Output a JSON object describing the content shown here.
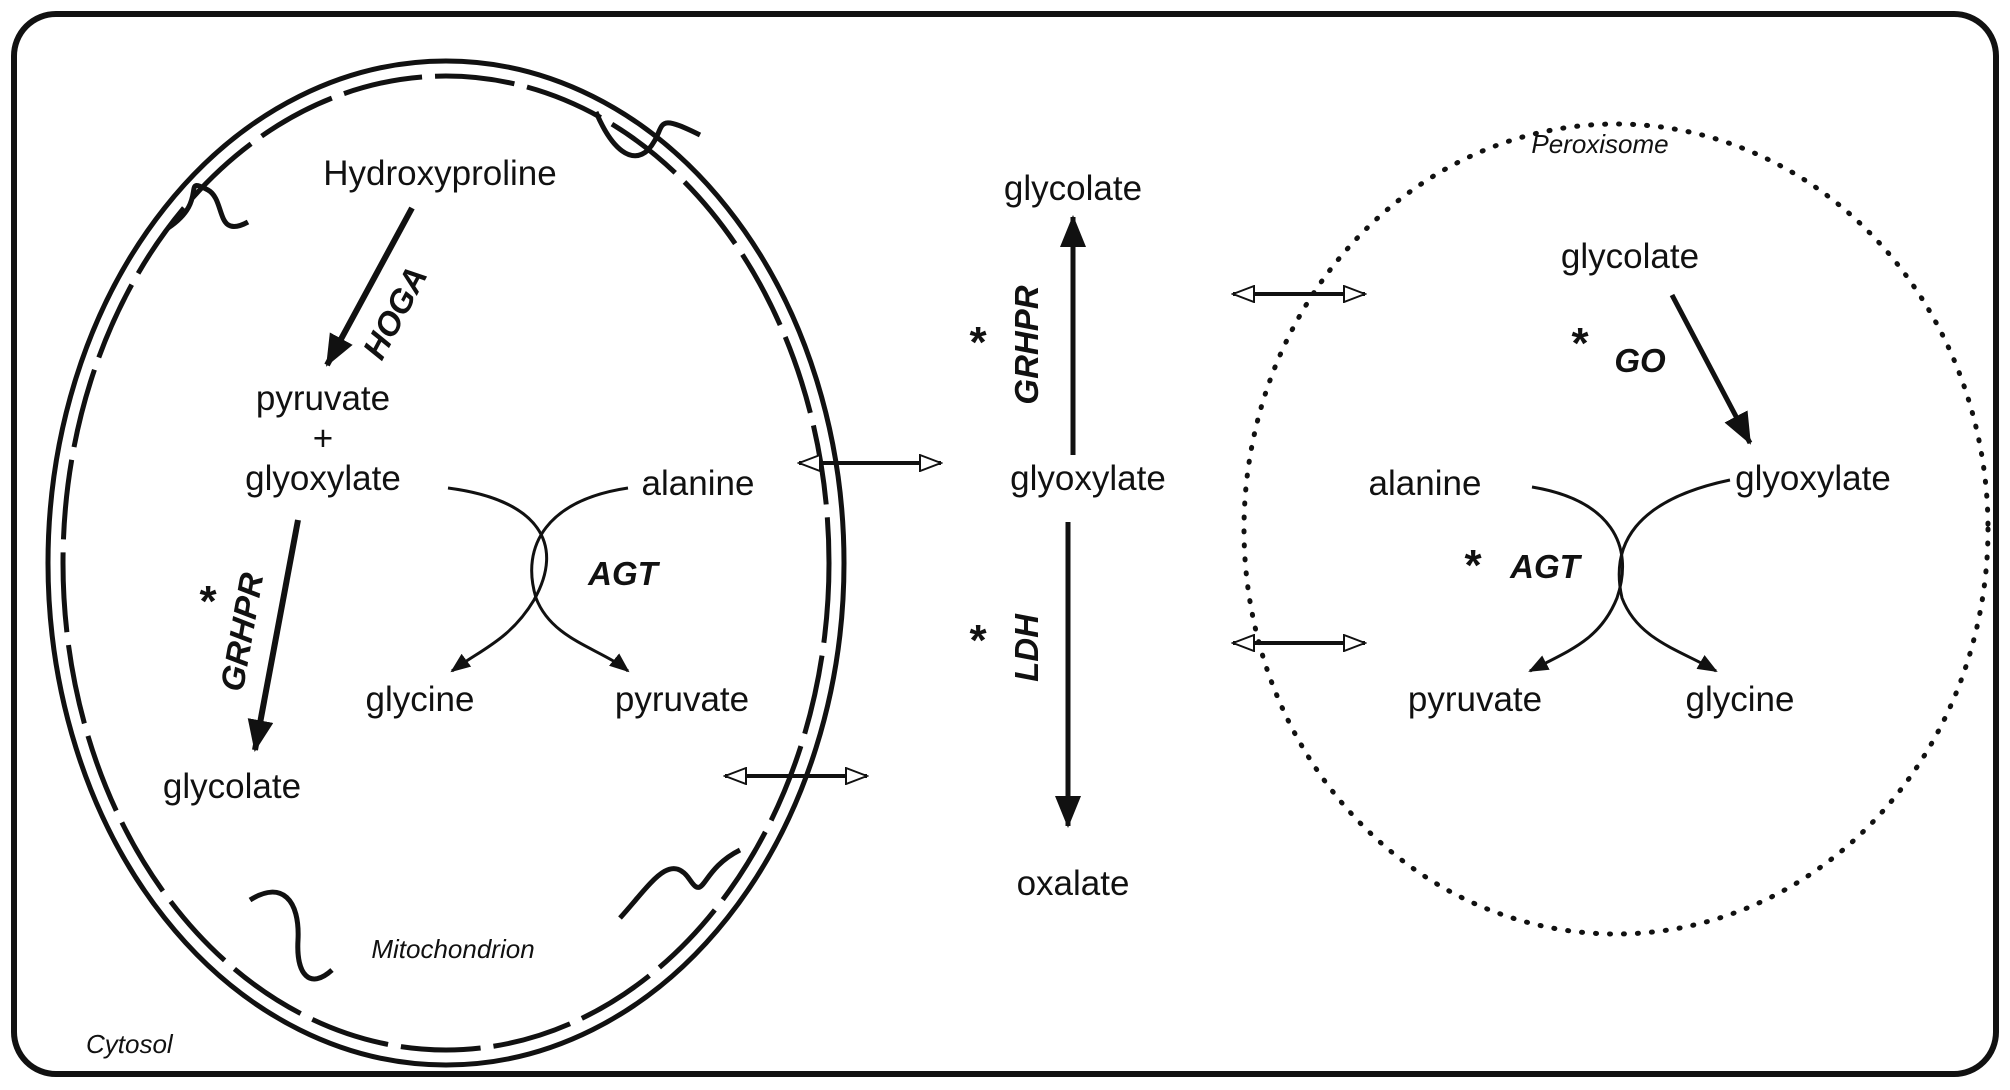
{
  "colors": {
    "ink": "#111111",
    "background": "#ffffff"
  },
  "compartments": {
    "cytosol": "Cytosol",
    "mitochondrion": "Mitochondrion",
    "peroxisome": "Peroxisome"
  },
  "mitochondrion": {
    "hydroxyproline": "Hydroxyproline",
    "enzyme_hoga": "HOGA",
    "pyruvate_top": "pyruvate",
    "plus": "+",
    "glyoxylate": "glyoxylate",
    "star_grhpr": "*",
    "enzyme_grhpr": "GRHPR",
    "glycolate": "glycolate",
    "alanine": "alanine",
    "enzyme_agt": "AGT",
    "glycine": "glycine",
    "pyruvate_bottom": "pyruvate"
  },
  "cytosol_pathway": {
    "glycolate": "glycolate",
    "star_grhpr": "*",
    "enzyme_grhpr": "GRHPR",
    "glyoxylate": "glyoxylate",
    "star_ldh": "*",
    "enzyme_ldh": "LDH",
    "oxalate": "oxalate"
  },
  "peroxisome": {
    "glycolate": "glycolate",
    "star_go": "*",
    "enzyme_go": "GO",
    "glyoxylate": "glyoxylate",
    "alanine": "alanine",
    "star_agt": "*",
    "enzyme_agt": "AGT",
    "pyruvate": "pyruvate",
    "glycine": "glycine"
  }
}
